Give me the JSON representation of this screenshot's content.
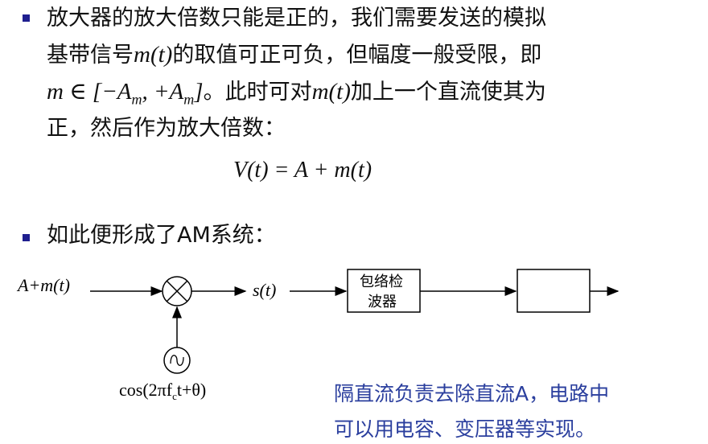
{
  "bullets": [
    {
      "lines": [
        {
          "a": "放大器的放大倍数只能是正的，我们需要发送的模拟"
        },
        {
          "a": "基带信号",
          "m": "m(t)",
          "b": "的取值可正可负，但幅度一般受限，即"
        },
        {
          "m": "m ∈ [−A",
          "sub": "m",
          "m2": ", +A",
          "sub2": "m",
          "m3": "]",
          "b": "。此时可对",
          "m4": "m(t)",
          "c": "加上一个直流使其为"
        },
        {
          "a": "正，然后作为放大倍数："
        }
      ],
      "equation": "V(t) = A + m(t)"
    },
    {
      "lines": [
        {
          "a": "如此便形成了AM系统："
        }
      ]
    }
  ],
  "diagram": {
    "input_label": "A+m(t)",
    "multiplier_output_label": "s(t)",
    "envelope_detector_label_1": "包络检",
    "envelope_detector_label_2": "波器",
    "oscillator_label": "cos(2πf",
    "oscillator_label_sub": "c",
    "oscillator_label_end": "t+θ)"
  },
  "note": {
    "line1": "隔直流负责去除直流A，电路中",
    "line2": "可以用电容、变压器等实现。"
  },
  "colors": {
    "bullet": "#1f1f8f",
    "note": "#2b3f9e"
  }
}
